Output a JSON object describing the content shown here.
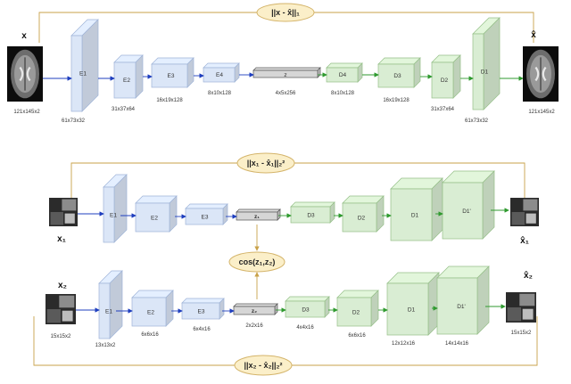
{
  "colors": {
    "encoder_fill": "#dbe6f7",
    "encoder_stroke": "#9fb4d8",
    "decoder_fill": "#d9edd3",
    "decoder_stroke": "#95bf88",
    "latent_fill": "#d6d6d6",
    "latent_stroke": "#555555",
    "loss_fill": "#fbefc9",
    "loss_stroke": "#d4b46a",
    "enc_arrow": "#1f3fbf",
    "dec_arrow": "#2f9a2f",
    "loop_line": "#c9a24a"
  },
  "top": {
    "input_label": "x",
    "output_label": "x̂",
    "loss": "||x - x̂||₁",
    "input_size": "121x145x2",
    "output_size": "121x145x2",
    "blocks": [
      {
        "name": "E1",
        "size": "61x73x32"
      },
      {
        "name": "E2",
        "size": "31x37x64"
      },
      {
        "name": "E3",
        "size": "16x19x128"
      },
      {
        "name": "E4",
        "size": "8x10x128"
      },
      {
        "name": "z",
        "size": "4x5x256"
      },
      {
        "name": "D4",
        "size": "8x10x128"
      },
      {
        "name": "D3",
        "size": "16x19x128"
      },
      {
        "name": "D2",
        "size": "31x37x64"
      },
      {
        "name": "D1",
        "size": "61x73x32"
      }
    ]
  },
  "mid": {
    "input_label": "x₁",
    "output_label": "x̂₁",
    "loss": "||x₁ - x̂₁||₂²",
    "blocks": [
      "E1",
      "E2",
      "E3",
      "z₁",
      "D3",
      "D2",
      "D1",
      "D1'"
    ]
  },
  "cos": "cos(z₁,z₂)",
  "bottom": {
    "input_label": "x₂",
    "output_label": "x̂₂",
    "loss": "||x₂ - x̂₂||₂²",
    "input_size": "15x15x2",
    "output_size": "15x15x2",
    "blocks": [
      {
        "name": "E1",
        "size": "13x13x2"
      },
      {
        "name": "E2",
        "size": "6x6x16"
      },
      {
        "name": "E3",
        "size": "6x4x16"
      },
      {
        "name": "z₂",
        "size": "2x2x16"
      },
      {
        "name": "D3",
        "size": "4x4x16"
      },
      {
        "name": "D2",
        "size": "6x6x16"
      },
      {
        "name": "D1",
        "size": "12x12x16"
      },
      {
        "name": "D1'",
        "size": "14x14x16"
      }
    ]
  }
}
